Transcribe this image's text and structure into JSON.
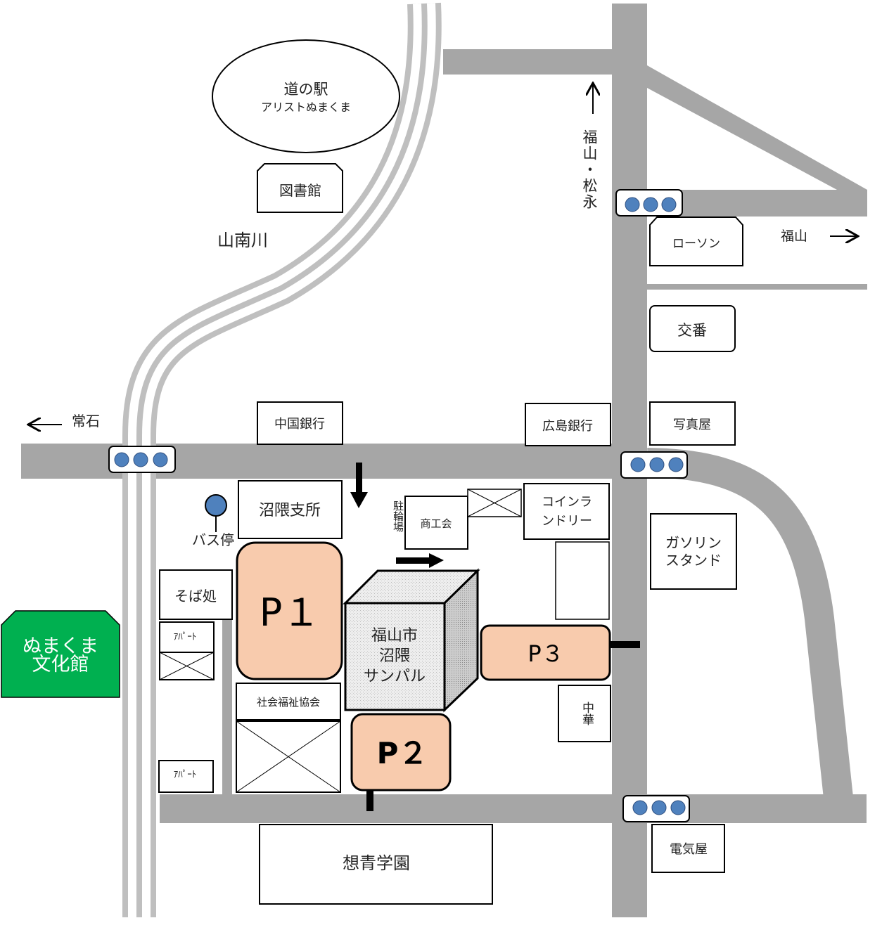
{
  "colors": {
    "road": "#a6a6a6",
    "parking": "#f8cbad",
    "signal": "#4f81bd",
    "culture_hall": "#00b050",
    "building_face": "#e8e8e8"
  },
  "landmarks": {
    "michi_no_eki_line1": "道の駅",
    "michi_no_eki_line2": "アリストぬまくま",
    "library": "図書館",
    "river": "山南川",
    "lawson": "ローソン",
    "police_box": "交番",
    "photo_shop": "写真屋",
    "hiroshima_bank": "広島銀行",
    "chugoku_bank": "中国銀行",
    "branch_office": "沼隈支所",
    "bus_stop": "バス停",
    "bicycle_parking": "駐輪場",
    "chamber": "商工会",
    "laundry_line1": "コインラ",
    "laundry_line2": "ンドリー",
    "gas_station_line1": "ガソリン",
    "gas_station_line2": "スタンド",
    "soba": "そば処",
    "apartment1": "ｱﾊﾟｰﾄ",
    "apartment2": "ｱﾊﾟｰﾄ",
    "culture_hall_line1": "ぬまくま",
    "culture_hall_line2": "文化館",
    "welfare": "社会福祉協会",
    "sanpal_line1": "福山市",
    "sanpal_line2": "沼隈",
    "sanpal_line3": "サンパル",
    "chinese": "中華",
    "school": "想青学園",
    "electric_shop": "電気屋"
  },
  "parking": {
    "p1": "P１",
    "p2": "P２",
    "p3": "P３"
  },
  "directions": {
    "north": "福山・松永",
    "east": "福山",
    "west": "常石"
  }
}
